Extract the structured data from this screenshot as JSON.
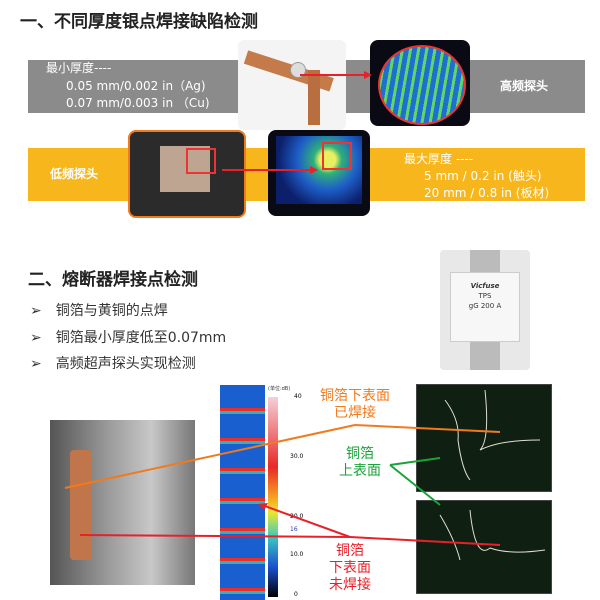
{
  "section1": {
    "title": "一、不同厚度银点焊接缺陷检测",
    "min_thickness_label": "最小厚度----",
    "min_values": [
      "0.05 mm/0.002 in（Ag)",
      "0.07 mm/0.003 in （Cu)"
    ],
    "high_freq_probe": "高频探头",
    "low_freq_probe": "低频探头",
    "max_thickness_label": "最大厚度 ----",
    "max_values": [
      "5 mm / 0.2 in (触头)",
      "20 mm / 0.8 in (板材)"
    ]
  },
  "section2": {
    "title": "二、熔断器焊接点检测",
    "bullets": [
      "铜箔与黄铜的点焊",
      "铜箔最小厚度低至0.07mm",
      "高频超声探头实现检测"
    ],
    "fuse_label": [
      "Vicfuse",
      "TPS",
      "gG 200 A"
    ],
    "colorbar_unit": "(单位:dB)",
    "colorbar_ticks": [
      "40",
      "30.0",
      "20.0",
      "16",
      "10.0",
      "0"
    ],
    "annotations": {
      "welded": [
        "铜箔下表面",
        "已焊接"
      ],
      "top_surface": [
        "铜箔",
        "上表面"
      ],
      "unwelded": [
        "铜箔",
        "下表面",
        "未焊接"
      ]
    }
  },
  "colors": {
    "gray_band": "#8b8b8b",
    "orange_band": "#f7b61c",
    "arrow_red": "#e8202a",
    "orange_line": "#f07a1c",
    "green": "#1aa33a"
  }
}
